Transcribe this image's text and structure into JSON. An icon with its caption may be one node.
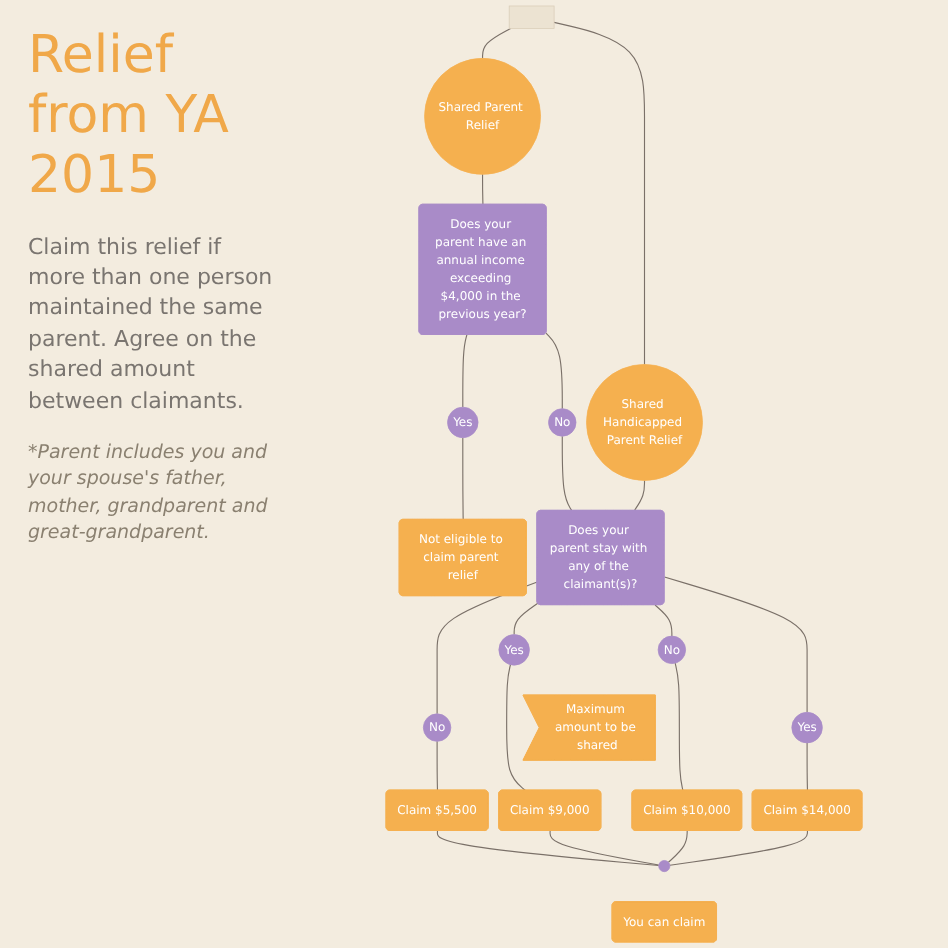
{
  "diagram": {
    "title": "Relief from YA 2015",
    "nodes": [
      {
        "text": [],
        "shape": "box"
      },
      {
        "text": [
          "Shared Parent Relief"
        ]
      },
      {
        "text": [
          "Shared Handicapped Parent Relief"
        ]
      },
      {
        "text": [
          "Does your parent have an annual income exceeding $4,000 in the previous year?"
        ]
      },
      {
        "text": [
          "No"
        ]
      },
      {
        "text": [
          "Yes"
        ]
      },
      {
        "text": [
          "Not eligible to claim parent relief"
        ]
      },
      {
        "text": [
          "Does your parent stay with any of the claimant(s)?"
        ]
      },
      {
        "text": [
          "No"
        ]
      },
      {
        "text": [
          "Yes"
        ]
      },
      {
        "text": [
          "No"
        ]
      },
      {
        "text": [
          "Yes"
        ]
      },
      {
        "text": [
          "Maximum amount to be shared"
        ]
      },
      {
        "text": [
          "Claim $5,500"
        ]
      },
      {
        "text": [
          "Claim $9,000"
        ]
      },
      {
        "text": [
          "Claim $10,000"
        ]
      },
      {
        "text": [
          "Claim $14,000"
        ]
      },
      {
        "text": [],
        "shape": "circle"
      },
      {
        "text": [
          "You can claim"
        ]
      }
    ],
    "edges": [
      {
        "from": 0,
        "to": 1,
        "arrow": "none"
      },
      {
        "from": 0,
        "to": 2,
        "arrow": "none"
      },
      {
        "from": 1,
        "to": 3,
        "arrow": "none"
      },
      {
        "from": 3,
        "to": 4,
        "arrow": "none"
      },
      {
        "from": 3,
        "to": 5,
        "arrow": "none"
      },
      {
        "from": 5,
        "to": 6,
        "arrow": "none"
      },
      {
        "from": 4,
        "to": 7,
        "arrow": "none"
      },
      {
        "from": 2,
        "to": 7,
        "arrow": "none"
      },
      {
        "from": 7,
        "to": 8,
        "arrow": "none"
      },
      {
        "from": 7,
        "to": 9,
        "arrow": "none"
      },
      {
        "from": 7,
        "to": 10,
        "arrow": "none"
      },
      {
        "from": 7,
        "to": 11,
        "arrow": "none"
      },
      {
        "from": 8,
        "to": 13,
        "arrow": "none"
      },
      {
        "from": 9,
        "to": 14,
        "arrow": "none"
      },
      {
        "from": 10,
        "to": 15,
        "arrow": "none"
      },
      {
        "from": 11,
        "to": 16,
        "arrow": "none"
      },
      {
        "from": 13,
        "to": 17,
        "arrow": "none"
      },
      {
        "from": 14,
        "to": 17,
        "arrow": "none"
      },
      {
        "from": 15,
        "to": 17,
        "arrow": "none"
      },
      {
        "from": 16,
        "to": 17,
        "arrow": "none"
      }
    ],
    "labels": [
      "Claim this relief if more than one person maintained the same parent. Agree on the shared amount between claimants.",
      "*Parent includes you and your spouse's father, mother, grandparent and great-grandparent."
    ]
  }
}
